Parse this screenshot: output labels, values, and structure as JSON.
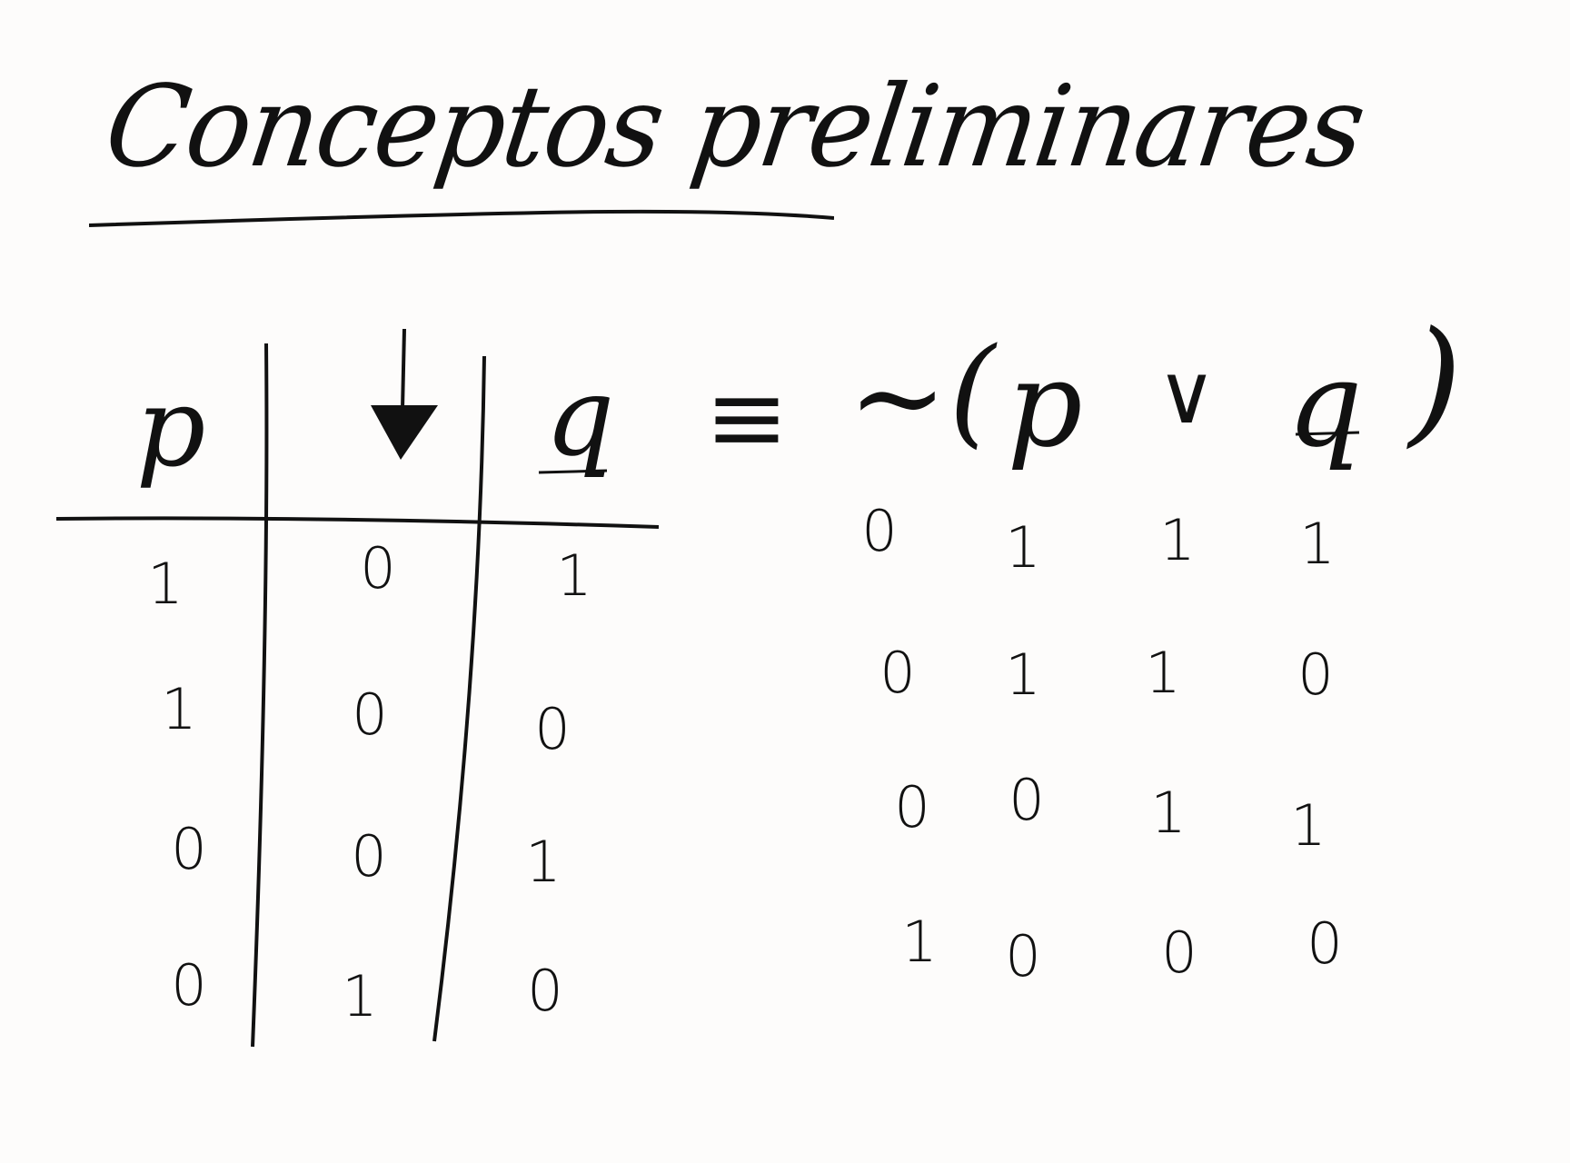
{
  "title": "Conceptos preliminares",
  "left_table": {
    "headers": [
      "p",
      "↓",
      "q"
    ],
    "rows": [
      [
        "1",
        "0",
        "1"
      ],
      [
        "1",
        "0",
        "0"
      ],
      [
        "0",
        "0",
        "1"
      ],
      [
        "0",
        "1",
        "0"
      ]
    ]
  },
  "equivalence_symbol": "≡",
  "right_expression": {
    "tokens": [
      "~",
      "(",
      "p",
      "∨",
      "q",
      ")"
    ],
    "columns": [
      "~",
      "p",
      "∨",
      "q"
    ],
    "rows": [
      [
        "0",
        "1",
        "1",
        "1"
      ],
      [
        "0",
        "1",
        "1",
        "0"
      ],
      [
        "0",
        "0",
        "1",
        "1"
      ],
      [
        "1",
        "0",
        "0",
        "0"
      ]
    ]
  }
}
